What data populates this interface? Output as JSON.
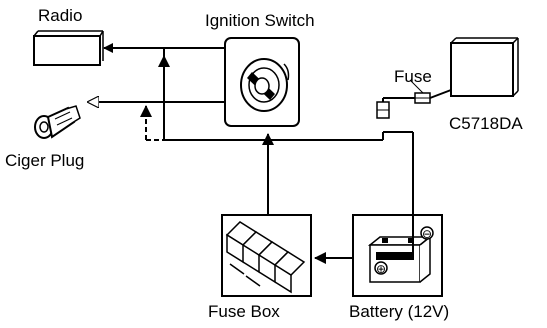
{
  "labels": {
    "radio": "Radio",
    "ignition_switch": "Ignition Switch",
    "fuse": "Fuse",
    "diagram_code": "C5718DA",
    "ciger_plug": "Ciger Plug",
    "fuse_box": "Fuse Box",
    "battery": "Battery (12V)"
  },
  "battery_terminals": {
    "negative": "⊖",
    "positive": "⊕"
  },
  "colors": {
    "line": "#000000",
    "background": "#ffffff"
  }
}
